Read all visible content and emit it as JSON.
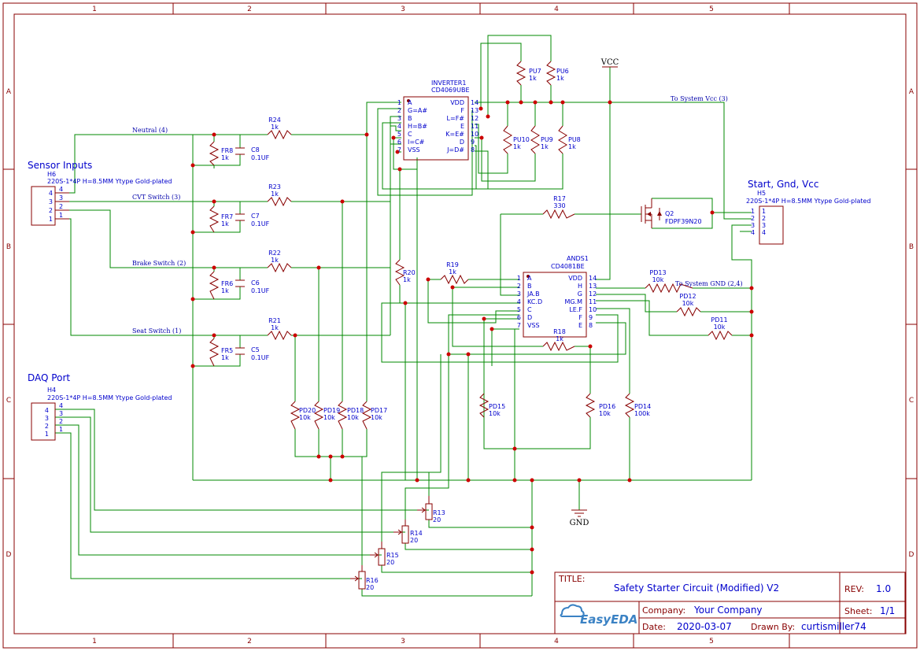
{
  "border": {
    "columns": [
      "1",
      "2",
      "3",
      "4",
      "5"
    ],
    "rows": [
      "A",
      "B",
      "C",
      "D"
    ]
  },
  "title_block": {
    "title_label": "TITLE:",
    "title": "Safety Starter Circuit (Modified) V2",
    "rev_label": "REV:",
    "rev": "1.0",
    "company_label": "Company:",
    "company": "Your Company",
    "sheet_label": "Sheet:",
    "sheet": "1/1",
    "date_label": "Date:",
    "date": "2020-03-07",
    "drawn_label": "Drawn By:",
    "drawn_by": "curtismiller74",
    "logo": "EasyEDA"
  },
  "connectors": {
    "h6": {
      "section": "Sensor Inputs",
      "ref": "H6",
      "desc": "220S-1*4P H=8.5MM Ytype Gold-plated",
      "pins": [
        "4",
        "3",
        "2",
        "1"
      ]
    },
    "h4": {
      "section": "DAQ Port",
      "ref": "H4",
      "desc": "220S-1*4P H=8.5MM Ytype Gold-plated",
      "pins": [
        "4",
        "3",
        "2",
        "1"
      ]
    },
    "h5": {
      "section": "Start, Gnd, Vcc",
      "ref": "H5",
      "desc": "220S-1*4P H=8.5MM Ytype Gold-plated",
      "pins": [
        "1",
        "2",
        "3",
        "4"
      ]
    }
  },
  "nets": {
    "neutral": "Neutral (4)",
    "cvt": "CVT Switch (3)",
    "brake": "Brake Switch (2)",
    "seat": "Seat Switch (1)",
    "sys_vcc": "To System Vcc (3)",
    "sys_gnd": "To System GND (2,4)",
    "vcc": "VCC",
    "gnd": "GND"
  },
  "inverter": {
    "ref": "INVERTER1",
    "part": "CD4069UBE",
    "left_pins": [
      "1",
      "2",
      "3",
      "4",
      "5",
      "6",
      "7"
    ],
    "left_names": [
      "A",
      "G=A#",
      "B",
      "H=B#",
      "C",
      "I=C#",
      "VSS"
    ],
    "right_pins": [
      "14",
      "13",
      "12",
      "11",
      "10",
      "9",
      "8"
    ],
    "right_names": [
      "VDD",
      "F",
      "L=F#",
      "E",
      "K=E#",
      "D",
      "J=D#"
    ]
  },
  "ands": {
    "ref": "ANDS1",
    "part": "CD4081BE",
    "left_pins": [
      "1",
      "2",
      "3",
      "4",
      "5",
      "6",
      "7"
    ],
    "left_names": [
      "A",
      "B",
      "JA.B",
      "KC.D",
      "C",
      "D",
      "VSS"
    ],
    "right_pins": [
      "14",
      "13",
      "12",
      "11",
      "10",
      "9",
      "8"
    ],
    "right_names": [
      "VDD",
      "H",
      "G",
      "MG.M",
      "LE.F",
      "F",
      "E"
    ]
  },
  "q2": {
    "ref": "Q2",
    "part": "FDPF39N20"
  },
  "resistors": {
    "r24": {
      "ref": "R24",
      "val": "1k"
    },
    "r23": {
      "ref": "R23",
      "val": "1k"
    },
    "r22": {
      "ref": "R22",
      "val": "1k"
    },
    "r21": {
      "ref": "R21",
      "val": "1k"
    },
    "r20": {
      "ref": "R20",
      "val": "1k"
    },
    "r19": {
      "ref": "R19",
      "val": "1k"
    },
    "r18": {
      "ref": "R18",
      "val": "1k"
    },
    "r17": {
      "ref": "R17",
      "val": "330"
    },
    "fr8": {
      "ref": "FR8",
      "val": "1k"
    },
    "fr7": {
      "ref": "FR7",
      "val": "1k"
    },
    "fr6": {
      "ref": "FR6",
      "val": "1k"
    },
    "fr5": {
      "ref": "FR5",
      "val": "1k"
    },
    "pu7": {
      "ref": "PU7",
      "val": "1k"
    },
    "pu6": {
      "ref": "PU6",
      "val": "1k"
    },
    "pu10": {
      "ref": "PU10",
      "val": "1k"
    },
    "pu9": {
      "ref": "PU9",
      "val": "1k"
    },
    "pu8": {
      "ref": "PU8",
      "val": "1k"
    },
    "pd20": {
      "ref": "PD20",
      "val": "10k"
    },
    "pd19": {
      "ref": "PD19",
      "val": "10k"
    },
    "pd18": {
      "ref": "PD18",
      "val": "10k"
    },
    "pd17": {
      "ref": "PD17",
      "val": "10k"
    },
    "pd15": {
      "ref": "PD15",
      "val": "10k"
    },
    "pd16": {
      "ref": "PD16",
      "val": "10k"
    },
    "pd14": {
      "ref": "PD14",
      "val": "100k"
    },
    "pd13": {
      "ref": "PD13",
      "val": "10k"
    },
    "pd12": {
      "ref": "PD12",
      "val": "10k"
    },
    "pd11": {
      "ref": "PD11",
      "val": "10k"
    },
    "r13": {
      "ref": "R13",
      "val": "20"
    },
    "r14": {
      "ref": "R14",
      "val": "20"
    },
    "r15": {
      "ref": "R15",
      "val": "20"
    },
    "r16": {
      "ref": "R16",
      "val": "20"
    }
  },
  "capacitors": {
    "c8": {
      "ref": "C8",
      "val": "0.1UF"
    },
    "c7": {
      "ref": "C7",
      "val": "0.1UF"
    },
    "c6": {
      "ref": "C6",
      "val": "0.1UF"
    },
    "c5": {
      "ref": "C5",
      "val": "0.1UF"
    }
  },
  "colors": {
    "frame": "#880000",
    "wire": "#008800",
    "text": "#0000cc",
    "junction": "#cc0000",
    "logo": "#3b82c4"
  }
}
